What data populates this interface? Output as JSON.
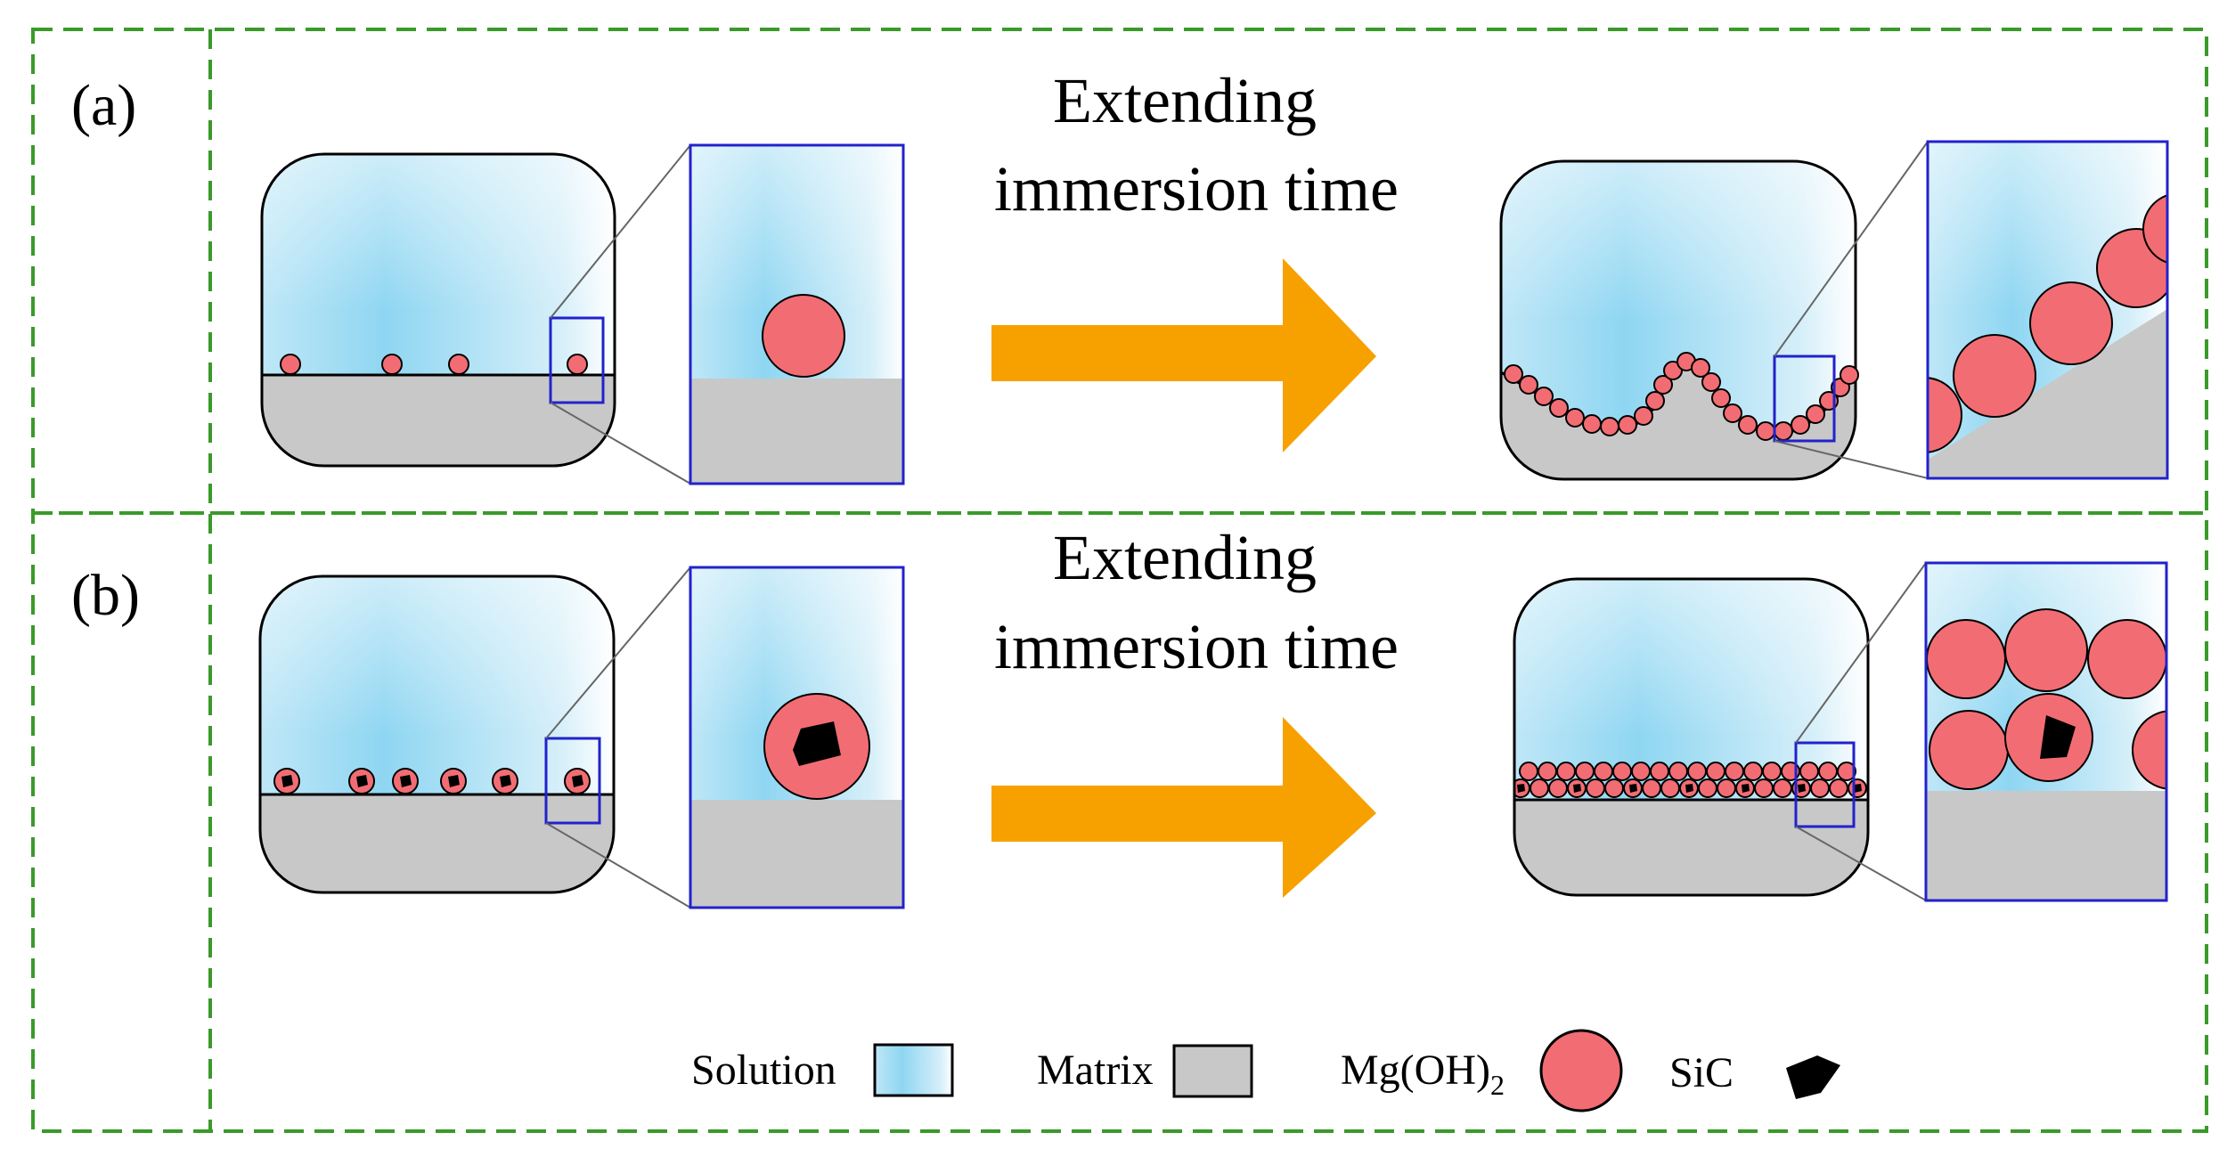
{
  "panels": [
    {
      "label": "(a)",
      "arrow_text": [
        "Extending",
        "immersion time"
      ]
    },
    {
      "label": "(b)",
      "arrow_text": [
        "Extending",
        "immersion time"
      ]
    }
  ],
  "legend": {
    "solution": "Solution",
    "matrix": "Matrix",
    "mgoh2_main": "Mg(OH)",
    "mgoh2_sub": "2",
    "sic": "SiC"
  },
  "colors": {
    "solution": "#8fd6f2",
    "matrix": "#c8c8c8",
    "particle": "#f26d73",
    "arrow": "#f7a100",
    "frame": "#3a9a2a",
    "zoom_frame": "#2222cc",
    "sic": "#000000"
  }
}
